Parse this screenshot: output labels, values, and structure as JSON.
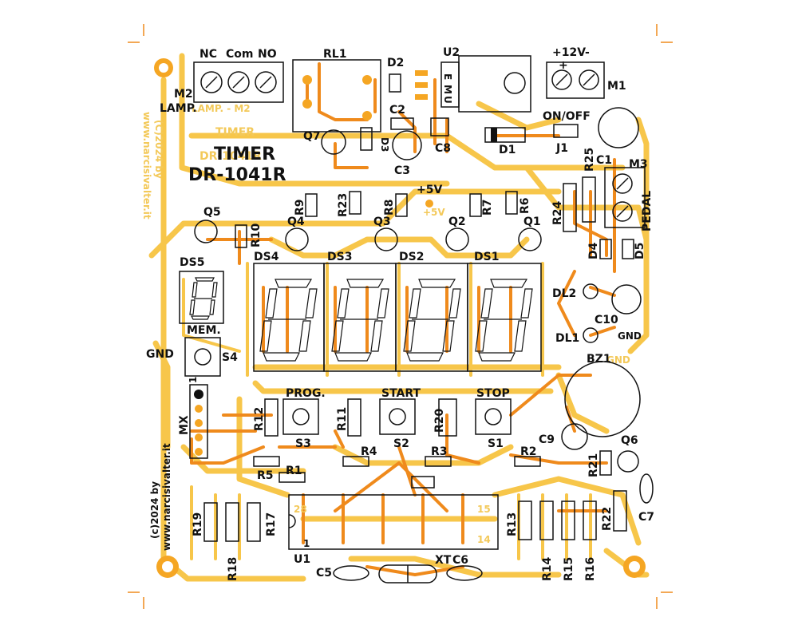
{
  "board": {
    "title_line1": "TIMER",
    "title_line2": "DR-1041R",
    "credit_line1": "(c)2024 by",
    "credit_line2": "www.narcisivalter.it",
    "ghost_title1": "TIMER",
    "ghost_title2": "DR-1041R",
    "ghost_credit1": "(C)2024 by",
    "ghost_credit2": "www.narcisivalter.it",
    "ghost_lamp": "LAMP. - M2",
    "colors": {
      "trace_bottom": "#f7c64a",
      "trace_top": "#ef8a1c",
      "pad": "#f5a623",
      "silkscreen": "#111111"
    }
  },
  "connectors": {
    "m2_nc": "NC",
    "m2_com": "Com",
    "m2_no": "NO",
    "m2": "M2",
    "m2_lamp": "LAMP.",
    "rl1": "RL1",
    "u2": "U2",
    "u2_pins": [
      "E",
      "M",
      "U"
    ],
    "m1_label": "+12V-",
    "m1_plus": "+",
    "m1": "M1",
    "m3": "M3",
    "pedal": "PEDAL",
    "j1": "J1",
    "on_off": "ON/OFF",
    "mx": "MX",
    "mx_pin1": "1",
    "gnd_left": "GND",
    "gnd_right": "GND",
    "plus5v": "+5V"
  },
  "components": {
    "d1": "D1",
    "d2": "D2",
    "d3": "D3",
    "d4": "D4",
    "d5": "D5",
    "c1": "C1",
    "c2": "C2",
    "c3": "C3",
    "c5": "C5",
    "c6": "C6",
    "c7": "C7",
    "c8": "C8",
    "c9": "C9",
    "c10": "C10",
    "q1": "Q1",
    "q2": "Q2",
    "q3": "Q3",
    "q4": "Q4",
    "q5": "Q5",
    "q6": "Q6",
    "q7": "Q7",
    "r1": "R1",
    "r2": "R2",
    "r3": "R3",
    "r4": "R4",
    "r5": "R5",
    "r6": "R6",
    "r7": "R7",
    "r8": "R8",
    "r9": "R9",
    "r10": "R10",
    "r11": "R11",
    "r12": "R12",
    "r13": "R13",
    "r14": "R14",
    "r15": "R15",
    "r16": "R16",
    "r17": "R17",
    "r18": "R18",
    "r19": "R19",
    "r20": "R20",
    "r21": "R21",
    "r22": "R22",
    "r23": "R23",
    "r24": "R24",
    "r25": "R25",
    "ds1": "DS1",
    "ds2": "DS2",
    "ds3": "DS3",
    "ds4": "DS4",
    "ds5": "DS5",
    "dl1": "DL1",
    "dl2": "DL2",
    "bz1": "BZ1",
    "u1": "U1",
    "u1_pin28": "28",
    "u1_pin1": "1",
    "u1_pin15": "15",
    "u1_pin14": "14",
    "xt": "XT",
    "s1": "S1",
    "s2": "S2",
    "s3": "S3",
    "s4": "S4",
    "stop": "STOP",
    "start": "START",
    "prog": "PROG.",
    "mem": "MEM."
  }
}
